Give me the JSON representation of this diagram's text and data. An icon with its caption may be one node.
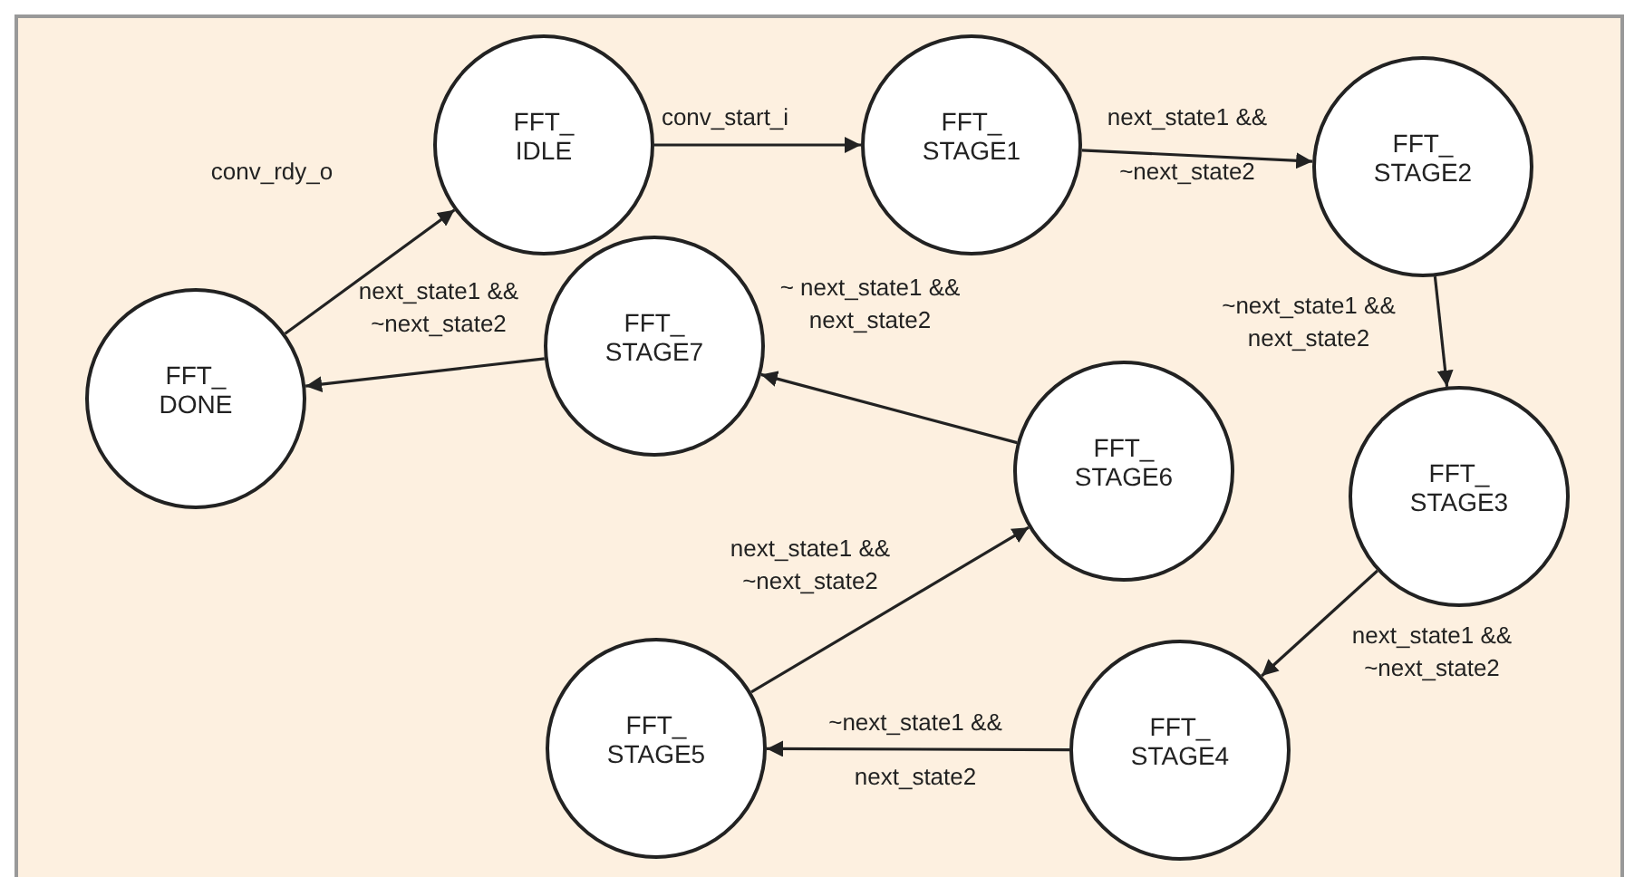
{
  "diagram": {
    "nodes": [
      {
        "text": [
          "FFT_ IDLE"
        ]
      },
      {
        "text": [
          "FFT_ STAGE1"
        ]
      },
      {
        "text": [
          "FFT_ STAGE2"
        ]
      },
      {
        "text": [
          "FFT_ STAGE3"
        ]
      },
      {
        "text": [
          "FFT_ STAGE4"
        ]
      },
      {
        "text": [
          "FFT_ STAGE5"
        ]
      },
      {
        "text": [
          "FFT_ STAGE6"
        ]
      },
      {
        "text": [
          "FFT_ STAGE7"
        ]
      },
      {
        "text": [
          "FFT_ DONE"
        ]
      }
    ],
    "edges": [
      {
        "from": 8,
        "to": 0,
        "arrow": "to",
        "label": "conv_rdy_o"
      },
      {
        "from": 0,
        "to": 1,
        "arrow": "to",
        "label": "conv_start_i"
      },
      {
        "from": 1,
        "to": 2,
        "arrow": "to",
        "label": "next_state1 && ~next_state2"
      },
      {
        "from": 2,
        "to": 3,
        "arrow": "to",
        "label": "~next_state1 && next_state2"
      },
      {
        "from": 3,
        "to": 4,
        "arrow": "to",
        "label": "next_state1 && ~next_state2"
      },
      {
        "from": 4,
        "to": 5,
        "arrow": "to",
        "label": "~next_state1 && next_state2"
      },
      {
        "from": 5,
        "to": 6,
        "arrow": "to",
        "label": "next_state1 && ~next_state2"
      },
      {
        "from": 6,
        "to": 7,
        "arrow": "to",
        "label": "~ next_state1 && next_state2"
      },
      {
        "from": 7,
        "to": 8,
        "arrow": "to",
        "label": "next_state1 && ~next_state2"
      }
    ]
  }
}
